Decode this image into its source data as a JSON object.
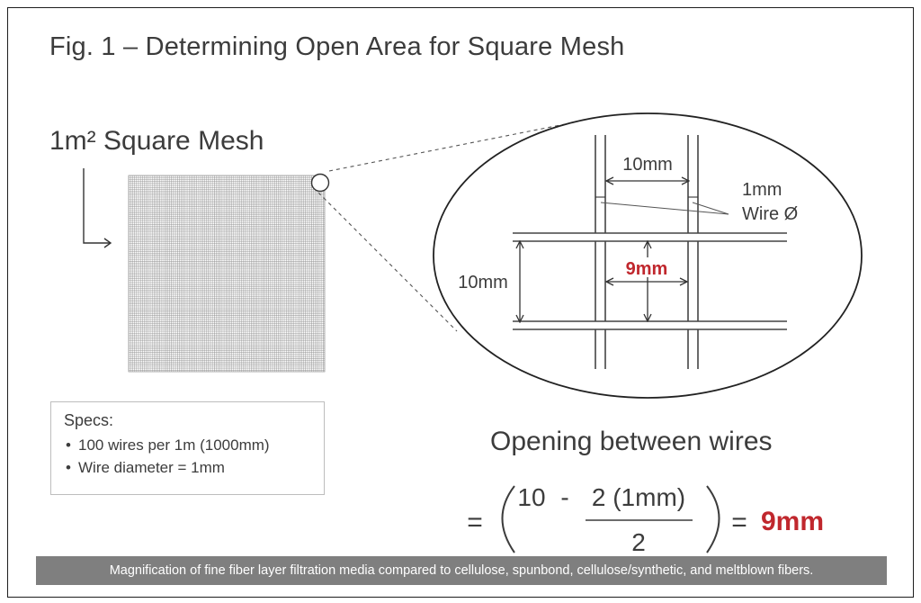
{
  "figure": {
    "title": "Fig. 1 – Determining Open Area for Square Mesh",
    "mesh_label": "1m² Square Mesh",
    "mesh_wire_count": 100
  },
  "zoom": {
    "top_dimension": "10mm",
    "side_dimension": "10mm",
    "wire_label_line1": "1mm",
    "wire_label_line2": "Wire Ø",
    "opening_label": "9mm"
  },
  "specs": {
    "title": "Specs:",
    "items": [
      "100 wires per 1m (1000mm)",
      "Wire diameter = 1mm"
    ]
  },
  "formula": {
    "heading": "Opening between wires",
    "equals_left": "=",
    "numerator_a": "10",
    "minus": "-",
    "numerator_b": "2 (1mm)",
    "denominator": "2",
    "equals_right": "=",
    "result": "9mm"
  },
  "caption": "Magnification of fine fiber layer filtration media compared to cellulose, spunbond, cellulose/synthetic, and meltblown fibers.",
  "colors": {
    "accent_red": "#c0272d",
    "ink": "#3c3c3c",
    "caption_bg": "#7f7f7f"
  }
}
